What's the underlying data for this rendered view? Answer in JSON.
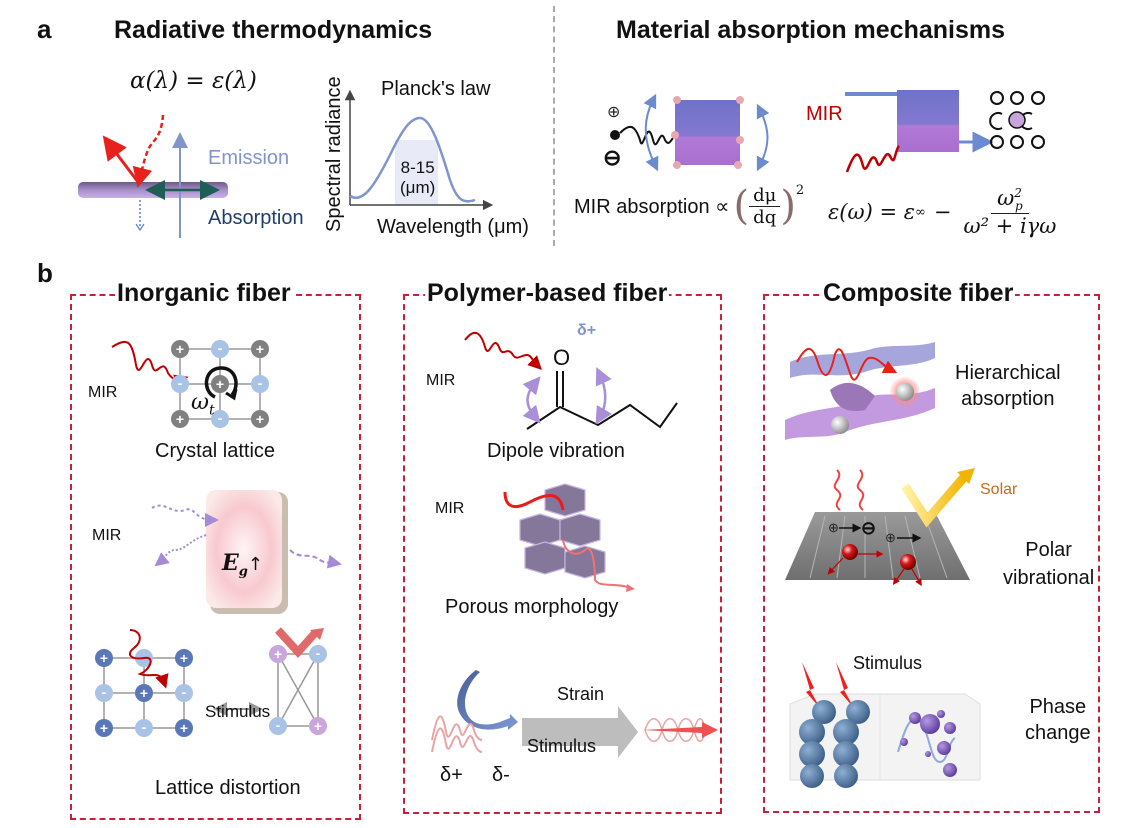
{
  "panel_a": {
    "letter": "a",
    "left": {
      "title": "Radiative thermodynamics",
      "kirchhoff_equation": "α(λ) = ε(λ)",
      "emission_label": "Emission",
      "absorption_label": "Absorption",
      "planck": {
        "title": "Planck's law",
        "ylabel": "Spectral radiance",
        "xlabel": "Wavelength (μm)",
        "band_label_line1": "8-15",
        "band_label_line2": "(μm)"
      }
    },
    "right": {
      "title": "Material absorption mechanisms",
      "mir_label": "MIR",
      "dipole_equation_prefix": "MIR absorption ∝",
      "dipole_frac_num": "dμ",
      "dipole_frac_den": "dq",
      "dipole_exponent": "2",
      "drude_lhs": "ε(ω) = ε",
      "drude_lhs_sub": "∞",
      "drude_minus": "−",
      "drude_num": "ω",
      "drude_num_sub": "p",
      "drude_num_sup": "2",
      "drude_den": "ω² + iγω",
      "plus_symbol": "⊕",
      "minus_symbol": "⊖"
    }
  },
  "panel_b": {
    "letter": "b",
    "inorganic": {
      "title": "Inorganic fiber",
      "mir_label_1": "MIR",
      "omega_label": "ω",
      "omega_sub": "t",
      "crystal_lattice_label": "Crystal lattice",
      "mir_label_2": "MIR",
      "bandgap_label": "E",
      "bandgap_sub": "g",
      "bandgap_arrow": "↑",
      "stimulus_label": "Stimulus",
      "lattice_distortion_label": "Lattice distortion"
    },
    "polymer": {
      "title": "Polymer-based fiber",
      "delta_plus_top": "δ+",
      "oxygen_label": "O",
      "mir_label_1": "MIR",
      "dipole_vibration_label": "Dipole vibration",
      "mir_label_2": "MIR",
      "porous_morphology_label": "Porous morphology",
      "strain_label": "Strain",
      "stimulus_label": "Stimulus",
      "delta_plus": "δ+",
      "delta_minus": "δ-"
    },
    "composite": {
      "title": "Composite fiber",
      "hierarchical_line1": "Hierarchical",
      "hierarchical_line2": "absorption",
      "solar_label": "Solar",
      "polar_line1": "Polar",
      "polar_line2": "vibrational",
      "stimulus_label": "Stimulus",
      "phase_line1": "Phase",
      "phase_line2": "change"
    }
  },
  "colors": {
    "dash_border": "#c8203a",
    "mir_red": "#c00000",
    "emission_blue": "#7f95cc",
    "absorption_navy": "#1f3f6a",
    "solar_orange": "#c86a1e",
    "delta_blue": "#7f95cc"
  }
}
